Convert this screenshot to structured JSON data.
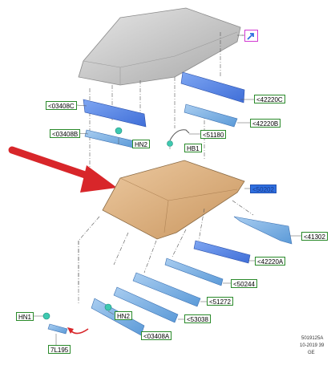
{
  "labels": {
    "l_03408c": "<03408C",
    "l_03408b": "<03408B",
    "hn2_top": "HN2",
    "l_51180": "<51180",
    "hb1": "HB1",
    "l_42220c": "<42220C",
    "l_42220b": "<42220B",
    "l_50202": "<50202",
    "l_41302": "<41302",
    "l_42220a": "<42220A",
    "l_50244": "<50244",
    "l_51272": "<51272",
    "l_53038": "<53038",
    "hn1": "HN1",
    "hn2_bottom": "HN2",
    "l_03408a": "<03408A",
    "l_7l195": "7L195"
  },
  "footer": {
    "line1": "5019125A",
    "line2": "10-2019 39",
    "line3": "GE"
  },
  "colors": {
    "label_border": "#2a8a2a",
    "highlight_fill": "#2f6fe0",
    "roof_top": "#c8c8c8",
    "roof_bottom": "#d9b48a",
    "part_blue": "#4a7ee6",
    "arrow_red": "#d8262a",
    "icon_magenta": "#d23ad2"
  }
}
